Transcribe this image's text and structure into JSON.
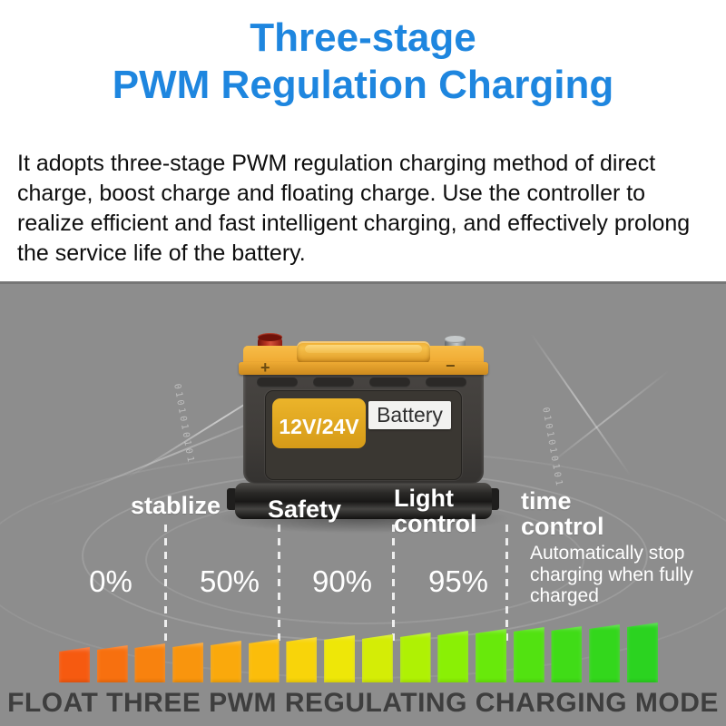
{
  "header": {
    "title_line1": "Three-stage",
    "title_line2": "PWM Regulation Charging",
    "title_color": "#1e86df",
    "description_lines": [
      "It adopts three-stage PWM regulation charging method of direct",
      "charge, boost charge and floating charge. Use the controller to",
      "realize efficient and fast intelligent charging, and effectively prolong",
      "the service life of the battery."
    ]
  },
  "battery": {
    "voltage_label": "12V/24V",
    "name_label": "Battery",
    "positive_sign": "+",
    "negative_sign": "−"
  },
  "stages": [
    {
      "label": "stablize",
      "percent": "0%"
    },
    {
      "label": "Safety",
      "percent": "50%"
    },
    {
      "label": "Light\ncontrol",
      "percent": "90%"
    },
    {
      "label": "time\ncontrol",
      "percent": "95%"
    }
  ],
  "note": {
    "text": "Automatically stop charging when fully charged"
  },
  "footer": {
    "text": "FLOAT THREE PWM REGULATING CHARGING MODE"
  },
  "decor": {
    "binary_left": "0101010101",
    "binary_right": "0101010101"
  },
  "chart_data": {
    "type": "bar",
    "title": "FLOAT THREE PWM REGULATING CHARGING MODE",
    "description": "Rising charge-level ramp of 16 bars colored from orange-red to green",
    "bar_count": 16,
    "values": [
      34,
      36,
      38,
      39,
      41,
      43,
      45,
      47,
      48,
      50,
      52,
      54,
      56,
      57,
      59,
      61
    ],
    "colors": [
      "#f65a10",
      "#f7700f",
      "#f8820e",
      "#f9950d",
      "#faa90c",
      "#fbbd0b",
      "#f8d40a",
      "#eee708",
      "#d4ed06",
      "#aff104",
      "#8af005",
      "#68e90b",
      "#52e211",
      "#40dc17",
      "#33d71c",
      "#2bd320"
    ],
    "annotations": {
      "stage_labels": [
        "stablize",
        "Safety",
        "Light control",
        "time control"
      ],
      "stage_percents": [
        "0%",
        "50%",
        "90%",
        "95%"
      ],
      "note": "Automatically stop charging when fully charged"
    },
    "legend": "none",
    "grid": "off"
  }
}
